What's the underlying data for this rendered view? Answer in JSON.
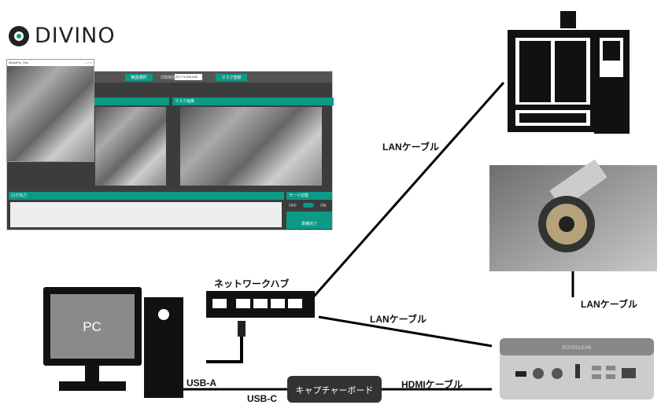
{
  "logo": {
    "text": "DIVINO"
  },
  "app": {
    "popup_title": "MotorPic_Sim",
    "range_select": "範囲選択",
    "crop_label": "切取範囲",
    "crop_value": "297,74,890,636",
    "mask_register": "マスク登録",
    "mask_image": "マスク画像",
    "log_output": "ログ出力",
    "mode_switch": "モード切替",
    "off": "OFF",
    "on": "ON",
    "ready": "準備完了"
  },
  "labels": {
    "network_hub": "ネットワークハブ",
    "lan_cable_cnc": "LANケーブル",
    "lan_cable_controller": "LANケーブル",
    "lan_cable_camera": "LANケーブル",
    "pc": "PC",
    "usb_a": "USB-A",
    "usb_c": "USB-C",
    "capture_board": "キャプチャーボード",
    "hdmi_cable": "HDMIケーブル",
    "controller_brand": "ROTOCLEAR"
  }
}
